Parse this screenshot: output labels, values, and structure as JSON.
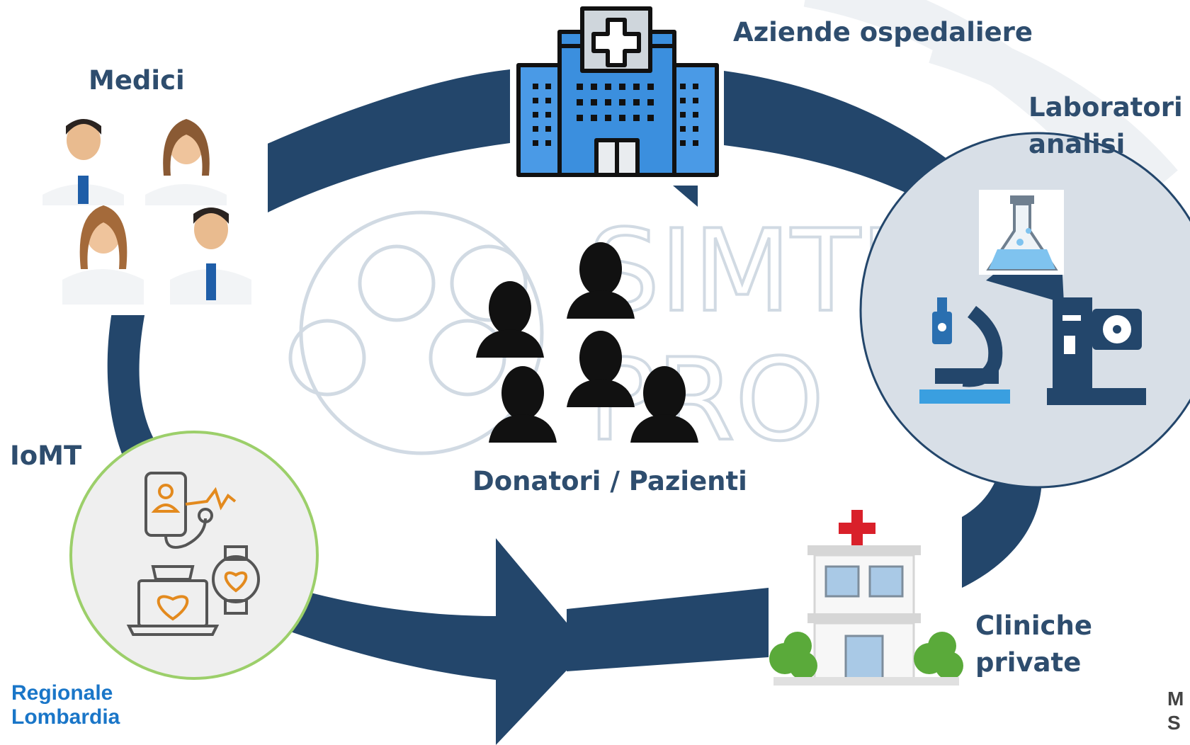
{
  "labels": {
    "aziende": "Aziende ospedaliere",
    "medici": "Medici",
    "laboratori": [
      "Laboratori",
      "analisi"
    ],
    "donatori": "Donatori / Pazienti",
    "iomt": "IoMT",
    "cliniche": [
      "Cliniche",
      "private"
    ]
  },
  "watermark": {
    "line1": "SIMTI",
    "line2": "PRO"
  },
  "regional_logo": [
    "Regionale",
    "Lombardia"
  ],
  "corner_logo": [
    "M",
    "S"
  ],
  "colors": {
    "arrow": "#23466b",
    "label": "#2e4d6e",
    "hospital_blue": "#3b8fde",
    "hospital_outline": "#111111",
    "lab_circle": "#d8dfe7",
    "iomt_circle": "#efefef",
    "iomt_ring": "#9ccf6a",
    "iomt_icons": "#e38a1e",
    "clinic_cross": "#d9202a",
    "watermark": "#c9d4df",
    "region_blue": "#1a76c8"
  },
  "icons": {
    "hub": "hospital-building-icon",
    "doctors": "doctor-avatar-icon",
    "center": "people-silhouette-icon",
    "lab": [
      "flask-icon",
      "microscope-icon",
      "lab-analyzer-icon"
    ],
    "iomt": [
      "telemedicine-phone-icon",
      "laptop-heart-icon",
      "smartwatch-heart-icon"
    ],
    "clinic": "private-clinic-icon"
  }
}
